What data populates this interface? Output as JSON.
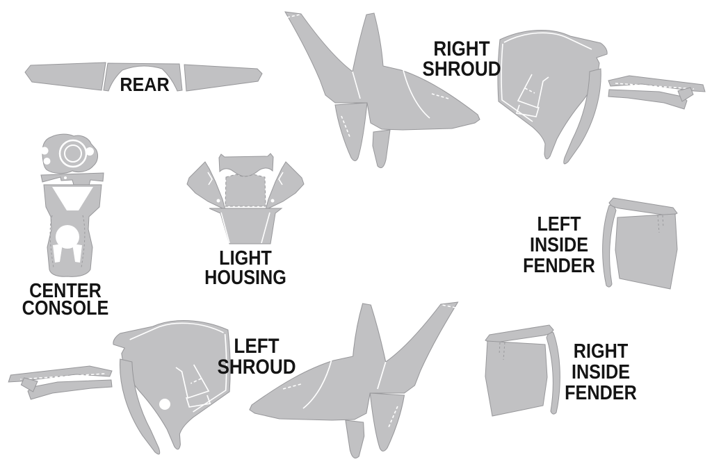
{
  "diagram": {
    "title": "ATV body panel kit diagram",
    "background_color": "#ffffff",
    "part_fill_color": "#c1c1c3",
    "part_edge_color": "#97979a",
    "cut_line_color": "#ffffff",
    "label_color": "#141414",
    "parts": [
      {
        "id": "rear",
        "lines": [
          "REAR"
        ]
      },
      {
        "id": "right-shroud",
        "lines": [
          "RIGHT",
          "SHROUD"
        ]
      },
      {
        "id": "center-console",
        "lines": [
          "CENTER",
          "CONSOLE"
        ]
      },
      {
        "id": "light-housing",
        "lines": [
          "LIGHT",
          "HOUSING"
        ]
      },
      {
        "id": "left-inside-fender",
        "lines": [
          "LEFT",
          "INSIDE",
          "FENDER"
        ]
      },
      {
        "id": "left-shroud",
        "lines": [
          "LEFT",
          "SHROUD"
        ]
      },
      {
        "id": "right-inside-fender",
        "lines": [
          "RIGHT",
          "INSIDE",
          "FENDER"
        ]
      }
    ]
  }
}
